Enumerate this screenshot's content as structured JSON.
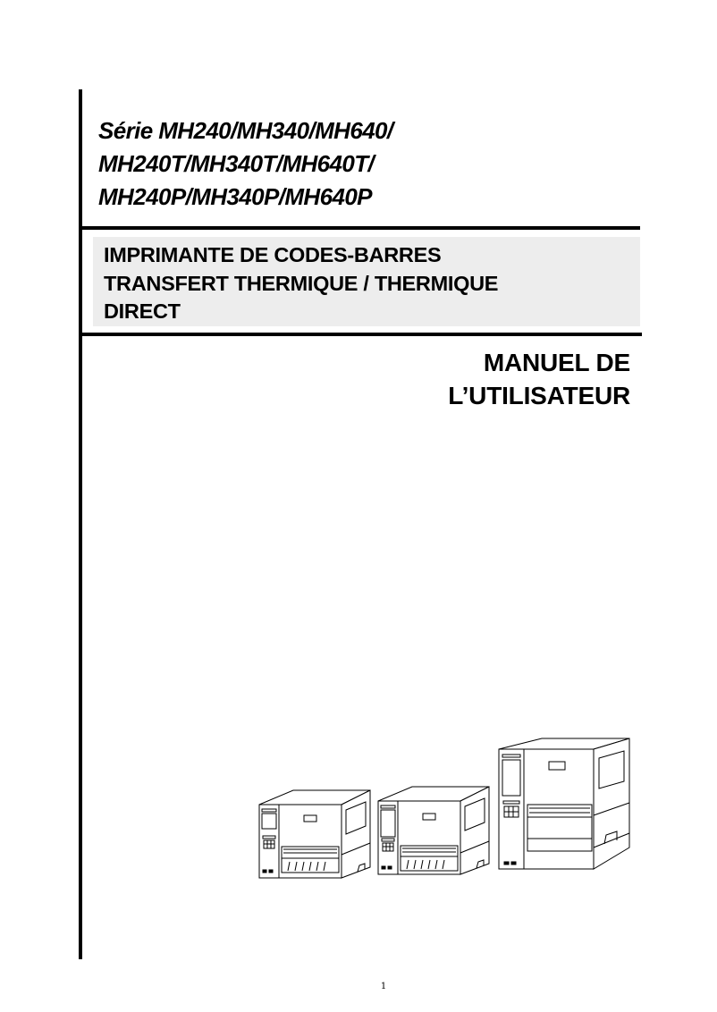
{
  "document": {
    "series_title": {
      "lines": [
        "Série MH240/MH340/MH640/",
        "MH240T/MH340T/MH640T/",
        "MH240P/MH340P/MH640P"
      ]
    },
    "subtitle": {
      "lines": [
        "IMPRIMANTE DE CODES-BARRES",
        "TRANSFERT THERMIQUE / THERMIQUE",
        "DIRECT"
      ],
      "background_color": "#ededed"
    },
    "manual_title": {
      "lines": [
        "MANUEL DE",
        "L’UTILISATEUR"
      ]
    },
    "illustration": {
      "description": "Three industrial barcode printers (small, medium, large)",
      "printers": [
        "printer-small",
        "printer-medium",
        "printer-large"
      ]
    },
    "page_number": "1"
  }
}
